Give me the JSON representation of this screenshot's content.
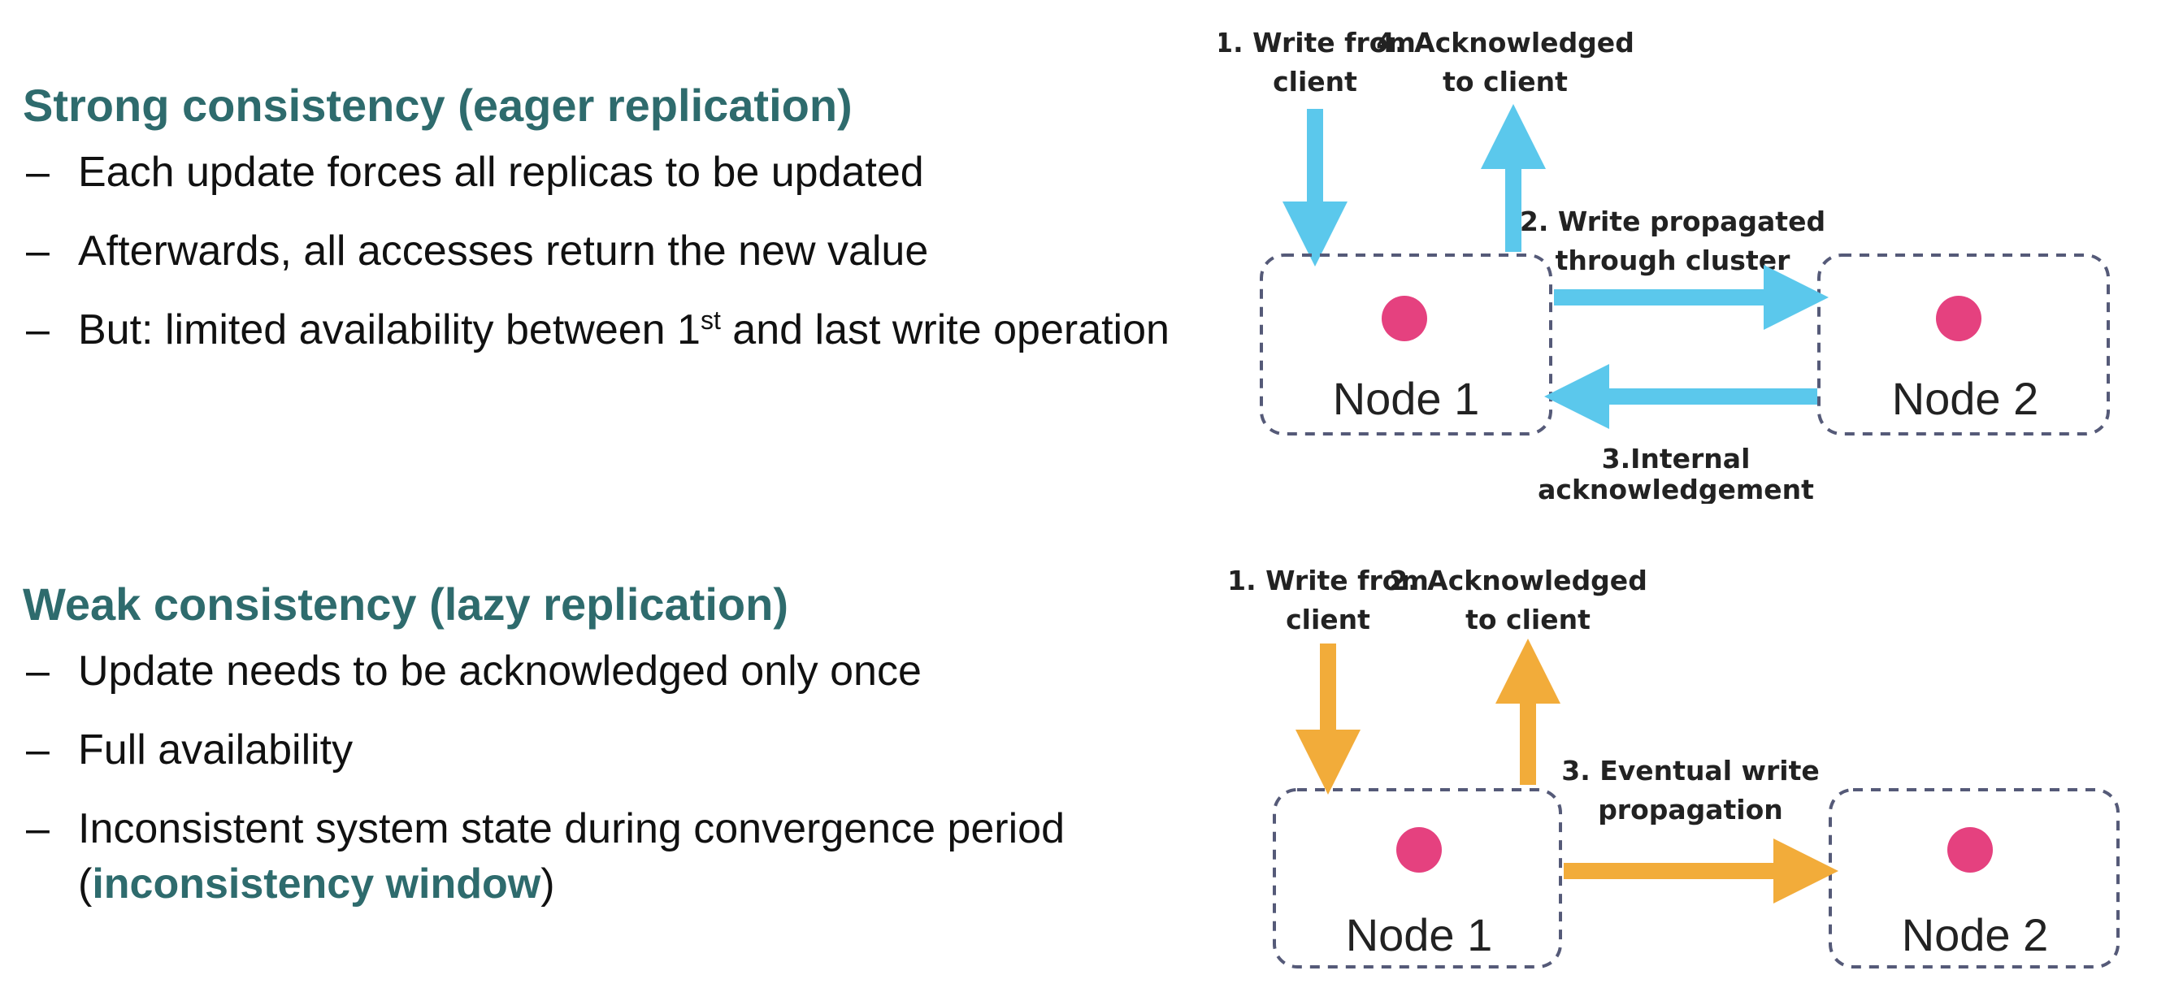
{
  "strong": {
    "heading": "Strong consistency (eager replication)",
    "dash": "–",
    "bullets": [
      "Each update forces all replicas to be updated",
      "Afterwards, all accesses return the new value"
    ],
    "bullet3_pre": "But: limited availability between 1",
    "bullet3_sup": "st",
    "bullet3_post": " and last write operation"
  },
  "weak": {
    "heading": "Weak consistency (lazy replication)",
    "dash": "–",
    "bullets": [
      "Update needs to be acknowledged only once",
      "Full availability"
    ],
    "bullet3_pre": "Inconsistent system state during convergence period (",
    "bullet3_accent": "inconsistency window",
    "bullet3_post": ")"
  },
  "diagram_strong": {
    "arrow_color": "#5bc8ec",
    "write_line1": "1. Write from",
    "write_line2": "client",
    "ack_line1": "4. Acknowledged",
    "ack_line2": "to client",
    "prop_line1": "2. Write propagated",
    "prop_line2": "through cluster",
    "internal_line1": "3.Internal",
    "internal_line2": "acknowledgement",
    "node1": "Node 1",
    "node2": "Node 2"
  },
  "diagram_weak": {
    "arrow_color": "#f2ac3a",
    "write_line1": "1. Write from",
    "write_line2": "client",
    "ack_line1": "2. Acknowledged",
    "ack_line2": "to client",
    "prop_line1": "3. Eventual write",
    "prop_line2": "propagation",
    "node1": "Node 1",
    "node2": "Node 2"
  },
  "colors": {
    "heading": "#2e6b6d",
    "dot": "#e5417f",
    "node_border": "#555a78"
  }
}
